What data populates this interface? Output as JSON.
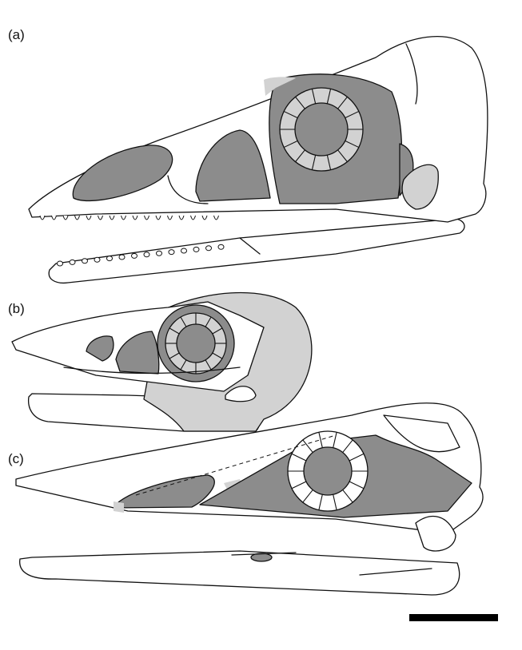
{
  "panels": [
    {
      "label": "(a)"
    },
    {
      "label": "(b)"
    },
    {
      "label": "(c)"
    }
  ],
  "colors": {
    "dark_fill": "#8c8c8c",
    "light_fill": "#d2d2d2",
    "outline": "#111111",
    "background": "#ffffff"
  },
  "scale_bar": {
    "color": "#000000"
  }
}
